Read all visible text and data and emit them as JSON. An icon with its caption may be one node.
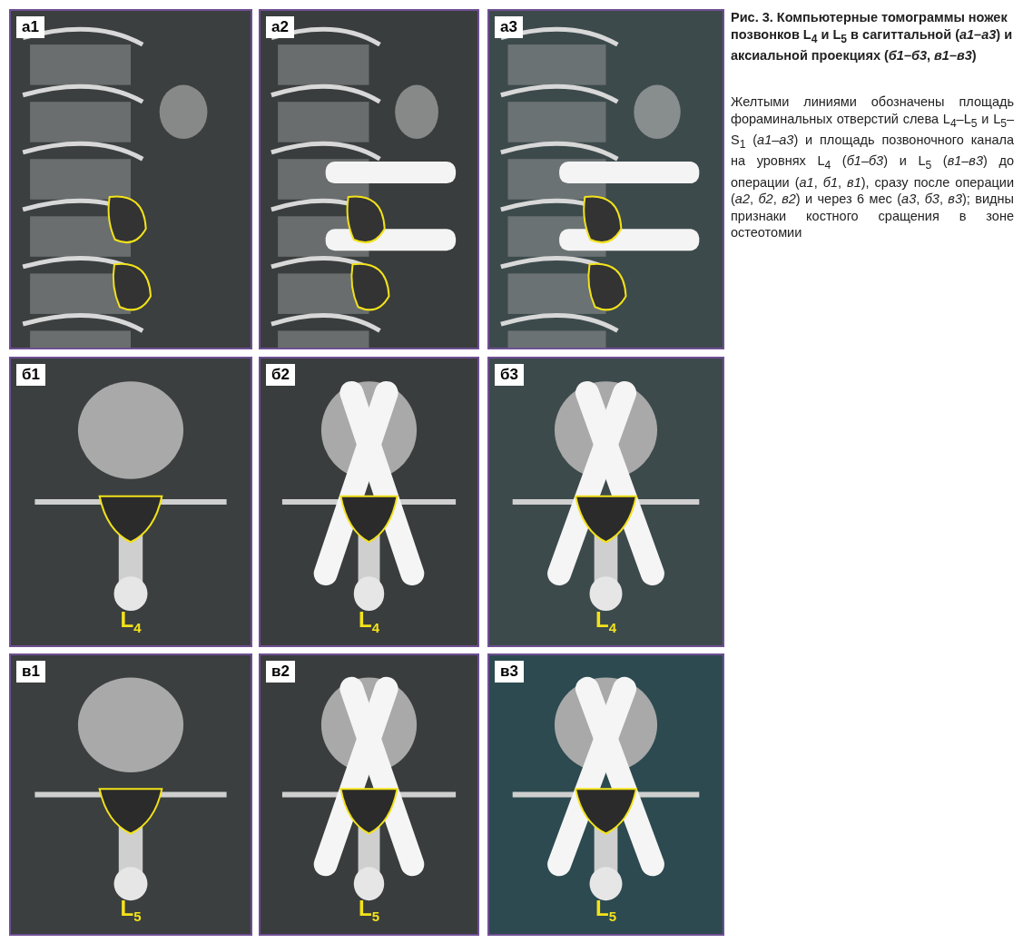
{
  "diagram": {
    "title": "Рис. 3. Компьютерные томограммы ножек позвонков L$_{4}$ и L$_{5}$ в сагиттальной (*а1–а3*) и аксиальной проекциях (*б1–б3*, *в1–в3*)",
    "caption": "Желтыми линиями обозначены площадь фораминальных отверстий слева L$_{4}$–L$_{5}$ и L$_{5}$–S$_{1}$ (*а1–а3*) и площадь позвоночного канала на уровнях L$_{4}$ (*б1–б3*) и L$_{5}$ (*в1–в3*) до операции (*а1*, *б1*, *в1*), сразу после операции (*а2*, *б2*, *в2*) и через 6 мес (*а3*, *б3*, *в3*); видны признаки костного сращения в зоне остеотомии",
    "nodes": [
      {
        "text": [
          "а1"
        ]
      },
      {
        "text": [
          "а2"
        ]
      },
      {
        "text": [
          "а3"
        ]
      },
      {
        "text": [
          "б1",
          "L$_{4}$"
        ]
      },
      {
        "text": [
          "б2",
          "L$_{4}$"
        ]
      },
      {
        "text": [
          "б3",
          "L$_{4}$"
        ]
      },
      {
        "text": [
          "в1",
          "L$_{5}$"
        ]
      },
      {
        "text": [
          "в2",
          "L$_{5}$"
        ]
      },
      {
        "text": [
          "в3",
          "L$_{5}$"
        ]
      }
    ]
  }
}
